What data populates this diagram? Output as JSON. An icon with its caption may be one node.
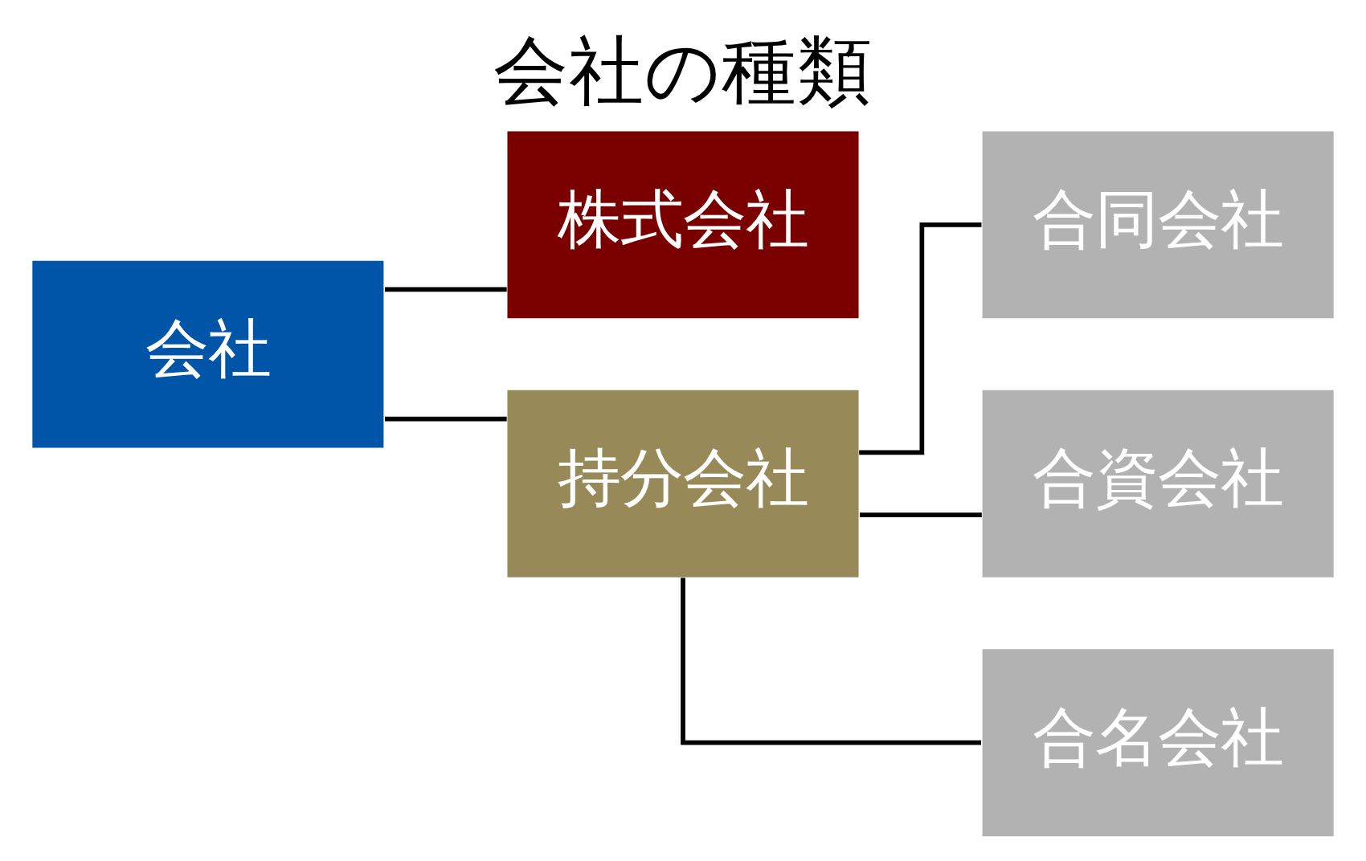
{
  "diagram": {
    "title": "会社の種類",
    "nodes": [
      {
        "text": [
          "会社"
        ]
      },
      {
        "text": [
          "株式会社"
        ]
      },
      {
        "text": [
          "持分会社"
        ]
      },
      {
        "text": [
          "合同会社"
        ]
      },
      {
        "text": [
          "合資会社"
        ]
      },
      {
        "text": [
          "合名会社"
        ]
      }
    ],
    "edges": [
      {
        "from": 0,
        "to": 1,
        "arrow": "none"
      },
      {
        "from": 0,
        "to": 2,
        "arrow": "none"
      },
      {
        "from": 2,
        "to": 3,
        "arrow": "none"
      },
      {
        "from": 2,
        "to": 4,
        "arrow": "none"
      },
      {
        "from": 2,
        "to": 5,
        "arrow": "none"
      }
    ]
  }
}
